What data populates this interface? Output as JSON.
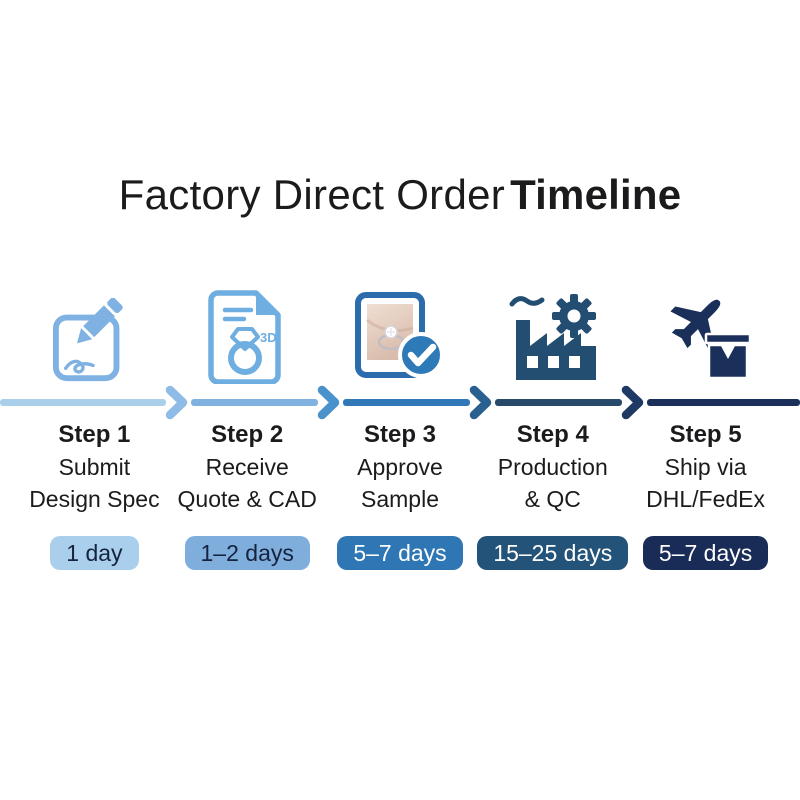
{
  "title": {
    "prefix": "Factory Direct Order",
    "emphasis": "Timeline"
  },
  "steps": [
    {
      "step_label": "Step 1",
      "description": [
        "Submit",
        "Design Spec"
      ],
      "duration": "1 day",
      "icon": "design-spec-pencil-icon",
      "accent_color": "#7FB2E2",
      "badge_color": "#A9CFEC",
      "badge_text_color": "#16233E"
    },
    {
      "step_label": "Step 2",
      "description": [
        "Receive",
        "Quote & CAD"
      ],
      "duration": "1–2 days",
      "icon": "cad-3d-ring-document-icon",
      "accent_color": "#6FAEE0",
      "badge_color": "#7FAEDC",
      "badge_text_color": "#16233E"
    },
    {
      "step_label": "Step 3",
      "description": [
        "Approve",
        "Sample"
      ],
      "duration": "5–7 days",
      "icon": "approved-sample-photo-icon",
      "accent_color": "#2E79B7",
      "badge_color": "#2E77B4",
      "badge_text_color": "#FFFFFF"
    },
    {
      "step_label": "Step 4",
      "description": [
        "Production",
        "& QC"
      ],
      "duration": "15–25 days",
      "icon": "factory-gear-icon",
      "accent_color": "#234E72",
      "badge_color": "#235378",
      "badge_text_color": "#FFFFFF"
    },
    {
      "step_label": "Step 5",
      "description": [
        "Ship via",
        "DHL/FedEx"
      ],
      "duration": "5–7 days",
      "icon": "airplane-package-icon",
      "accent_color": "#1B2F5B",
      "badge_color": "#192B57",
      "badge_text_color": "#FFFFFF"
    }
  ],
  "timeline": {
    "segment_colors": [
      "#A9CFEA",
      "#7FB2DF",
      "#3078B8",
      "#27496A",
      "#1B2F5B"
    ],
    "chevron_colors": [
      "#8FBCE6",
      "#4A92CC",
      "#2A608F",
      "#1E3A64"
    ]
  }
}
